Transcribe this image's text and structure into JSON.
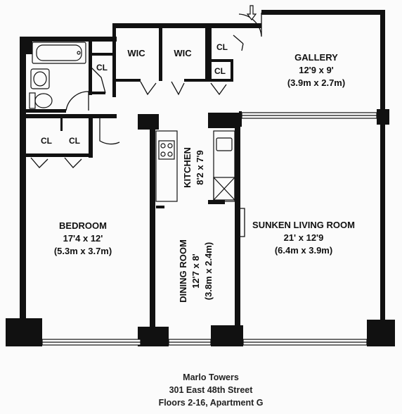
{
  "plan": {
    "gallery": {
      "name": "GALLERY",
      "dim_ft": "12'9 x 9'",
      "dim_m": "(3.9m x 2.7m)"
    },
    "bedroom": {
      "name": "BEDROOM",
      "dim_ft": "17'4 x 12'",
      "dim_m": "(5.3m x 3.7m)"
    },
    "living": {
      "name": "SUNKEN LIVING ROOM",
      "dim_ft": "21' x 12'9",
      "dim_m": "(6.4m x 3.9m)"
    },
    "kitchen": {
      "name": "KITCHEN",
      "dim_ft": "8'2 x 7'9"
    },
    "dining": {
      "name": "DINING ROOM",
      "dim_ft": "12'7 x 8'",
      "dim_m": "(3.8m x 2.4m)"
    },
    "wic_1": "WIC",
    "wic_2": "WIC",
    "cl_bath": "CL",
    "cl_entry_top": "CL",
    "cl_entry_bottom": "CL",
    "cl_bedroom_left": "CL",
    "cl_bedroom_right": "CL",
    "entry_arrow_icon": "arrow-down-icon"
  },
  "caption": {
    "line1": "Marlo Towers",
    "line2": "301 East 48th Street",
    "line3": "Floors 2-16, Apartment G"
  }
}
